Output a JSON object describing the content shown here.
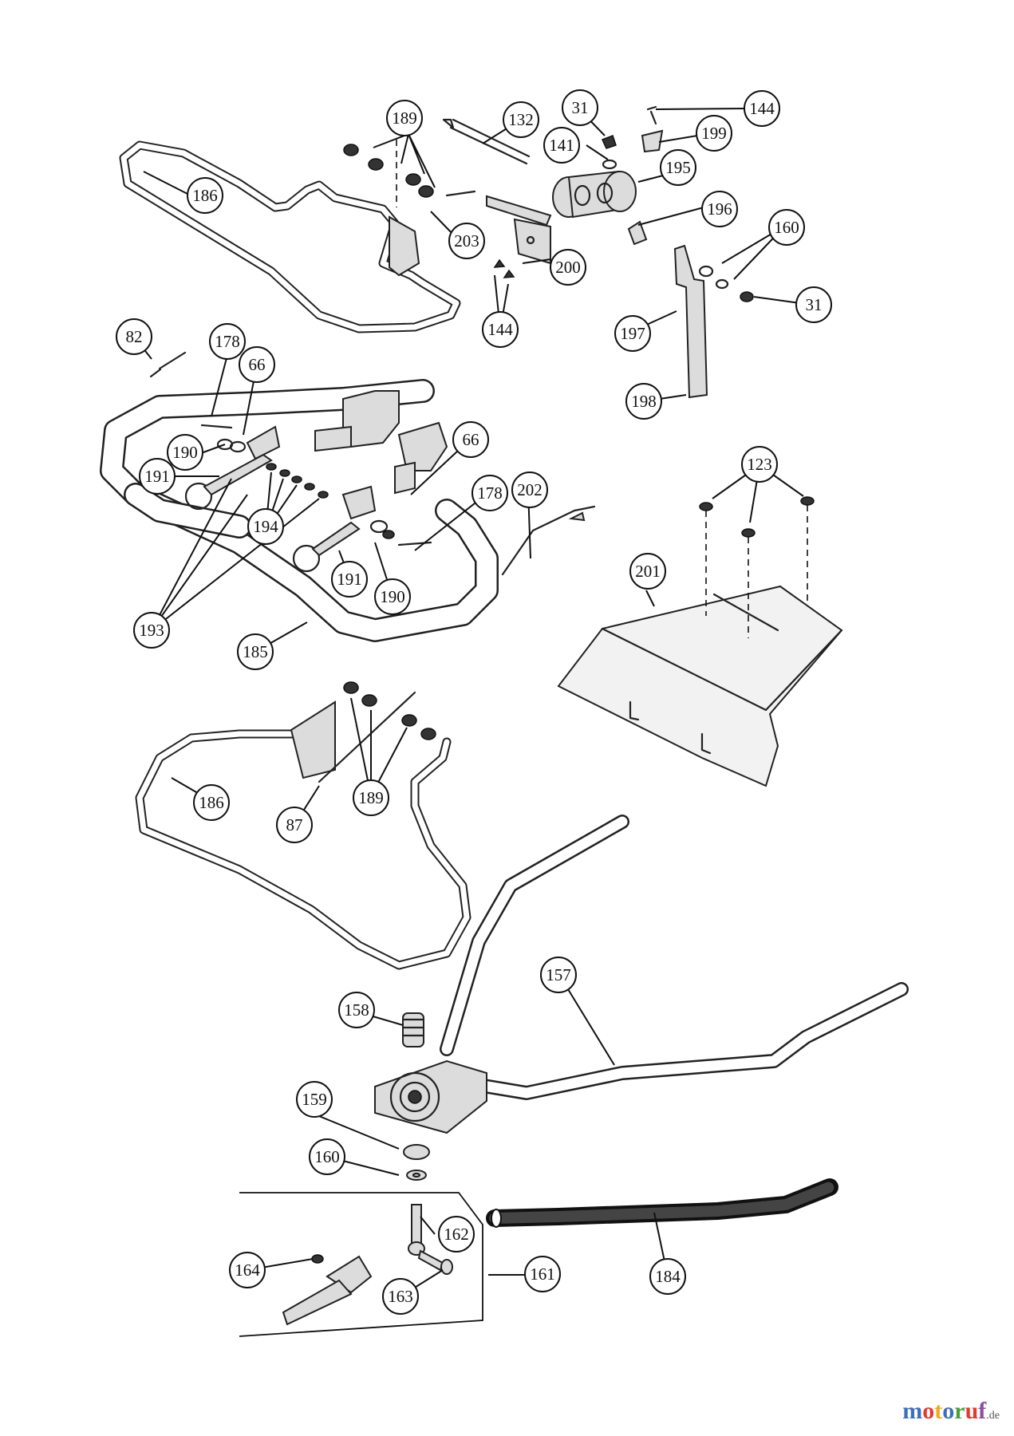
{
  "watermark": {
    "text": "motoruf",
    "suffix": ".de",
    "letter_colors": [
      "#3d6fb6",
      "#e03b2f",
      "#f2a81d",
      "#3d6fb6",
      "#4a9e3f",
      "#e03b2f",
      "#8a4fa0"
    ]
  },
  "callouts": [
    {
      "id": "c-189-top",
      "label": "189"
    },
    {
      "id": "c-186-top",
      "label": "186"
    },
    {
      "id": "c-203",
      "label": "203"
    },
    {
      "id": "c-132",
      "label": "132"
    },
    {
      "id": "c-31-top",
      "label": "31"
    },
    {
      "id": "c-141",
      "label": "141"
    },
    {
      "id": "c-144-top",
      "label": "144"
    },
    {
      "id": "c-199",
      "label": "199"
    },
    {
      "id": "c-195",
      "label": "195"
    },
    {
      "id": "c-196",
      "label": "196"
    },
    {
      "id": "c-160-top",
      "label": "160"
    },
    {
      "id": "c-31-right",
      "label": "31"
    },
    {
      "id": "c-200",
      "label": "200"
    },
    {
      "id": "c-144-mid",
      "label": "144"
    },
    {
      "id": "c-197",
      "label": "197"
    },
    {
      "id": "c-198",
      "label": "198"
    },
    {
      "id": "c-82",
      "label": "82"
    },
    {
      "id": "c-178-left",
      "label": "178"
    },
    {
      "id": "c-66-left",
      "label": "66"
    },
    {
      "id": "c-190-left",
      "label": "190"
    },
    {
      "id": "c-191-left",
      "label": "191"
    },
    {
      "id": "c-66-right",
      "label": "66"
    },
    {
      "id": "c-178-right",
      "label": "178"
    },
    {
      "id": "c-202",
      "label": "202"
    },
    {
      "id": "c-194",
      "label": "194"
    },
    {
      "id": "c-191-right",
      "label": "191"
    },
    {
      "id": "c-190-right",
      "label": "190"
    },
    {
      "id": "c-193",
      "label": "193"
    },
    {
      "id": "c-185",
      "label": "185"
    },
    {
      "id": "c-123",
      "label": "123"
    },
    {
      "id": "c-201",
      "label": "201"
    },
    {
      "id": "c-186-bottom",
      "label": "186"
    },
    {
      "id": "c-189-bottom",
      "label": "189"
    },
    {
      "id": "c-87",
      "label": "87"
    },
    {
      "id": "c-157",
      "label": "157"
    },
    {
      "id": "c-158",
      "label": "158"
    },
    {
      "id": "c-159",
      "label": "159"
    },
    {
      "id": "c-160-bottom",
      "label": "160"
    },
    {
      "id": "c-162",
      "label": "162"
    },
    {
      "id": "c-164",
      "label": "164"
    },
    {
      "id": "c-163",
      "label": "163"
    },
    {
      "id": "c-161",
      "label": "161"
    },
    {
      "id": "c-184",
      "label": "184"
    }
  ]
}
